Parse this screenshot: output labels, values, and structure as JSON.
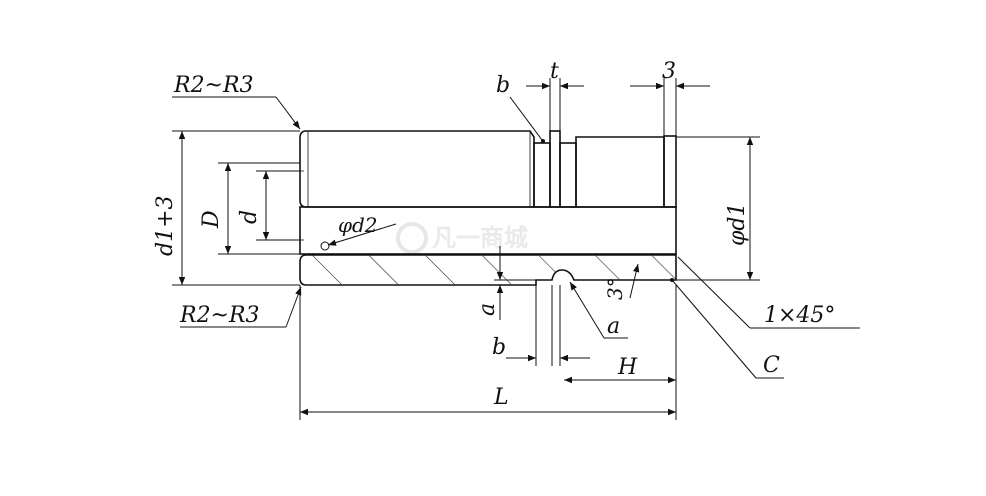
{
  "diagram": {
    "labels": {
      "radius_top": "R2~R3",
      "radius_bottom": "R2~R3",
      "groove_width_b_top": "b",
      "groove_t": "t",
      "end_length_3": "3",
      "d1_plus_3": "d1+3",
      "bore_D": "D",
      "bore_d": "d",
      "hole_d2": "φd2",
      "outer_d1": "φd1",
      "chamfer": "1×45°",
      "angle": "3°",
      "depth_a": "a",
      "groove_a": "a",
      "groove_width_b_bottom": "b",
      "length_H": "H",
      "length_L": "L",
      "edge_C": "C"
    },
    "watermark": "凡一商城"
  }
}
